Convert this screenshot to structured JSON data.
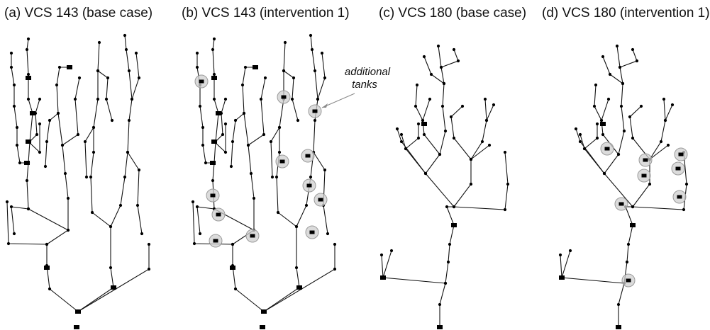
{
  "panels": [
    {
      "id": "a",
      "title": "(a) VCS 143 (base case)"
    },
    {
      "id": "b",
      "title": "(b) VCS 143 (intervention 1)"
    },
    {
      "id": "c",
      "title": "(c) VCS 180 (base case)"
    },
    {
      "id": "d",
      "title": "(d) VCS 180 (intervention 1)"
    }
  ],
  "annotation": {
    "line1": "additional",
    "line2": "tanks"
  },
  "colors": {
    "edge": "#111111",
    "node": "#000000",
    "highlight": "#cfcfcf",
    "highlight_stroke": "#9a9a9a",
    "text": "#111111"
  }
}
